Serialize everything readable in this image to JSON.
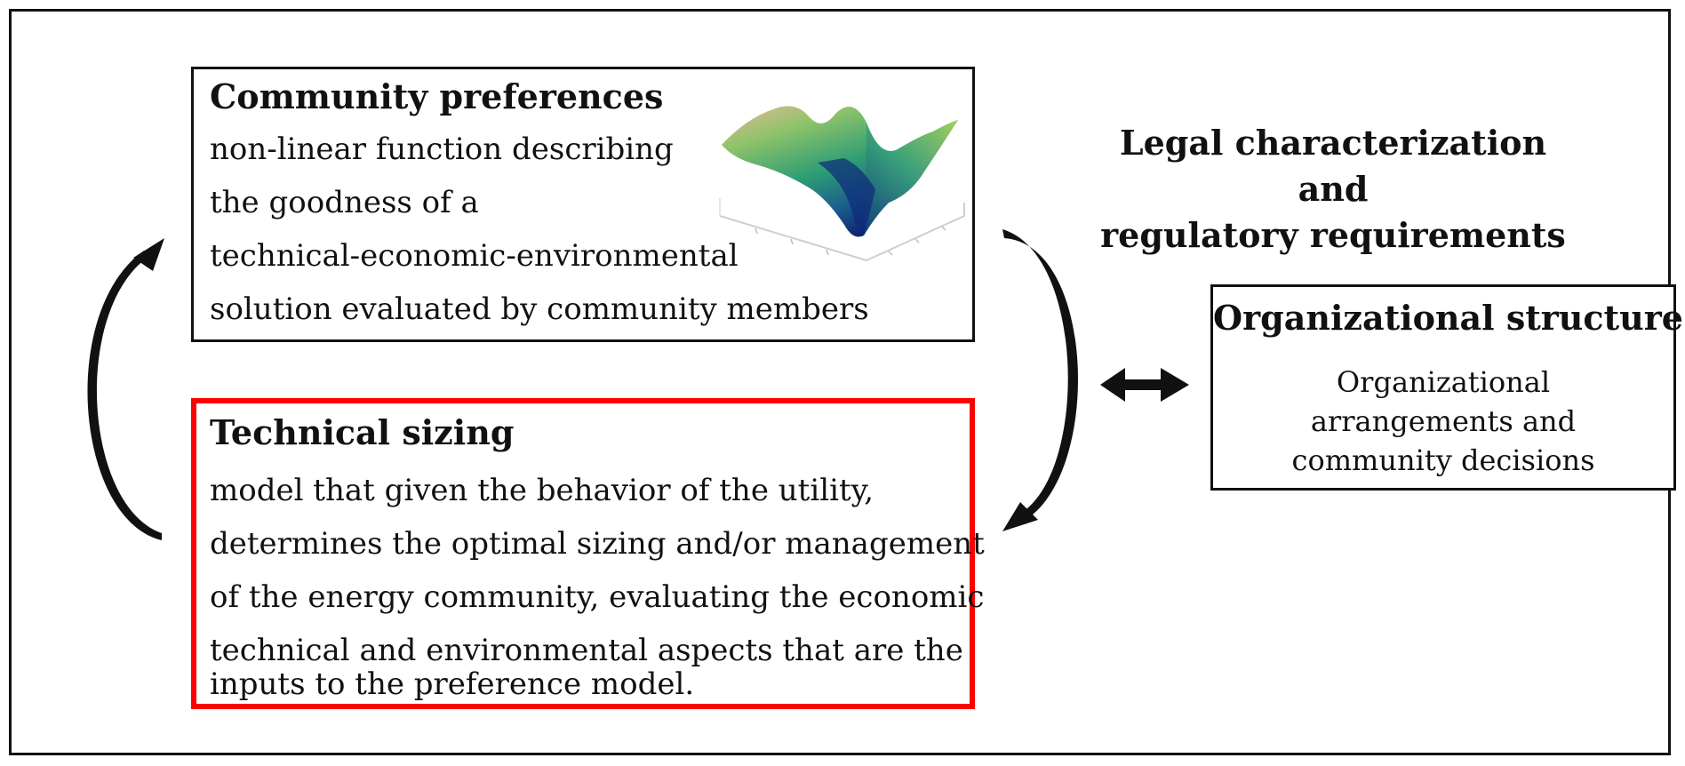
{
  "community_preferences": {
    "title": "Community preferences",
    "lines": [
      "non-linear function describing",
      "the goodness of a",
      "technical-economic-environmental",
      "solution evaluated by community members"
    ]
  },
  "technical_sizing": {
    "title": "Technical sizing",
    "lines": [
      "model that given the behavior of the utility,",
      "determines the optimal sizing and/or management",
      "of the energy community, evaluating the economic",
      "technical and environmental aspects that are the",
      "inputs to the preference model."
    ],
    "border_color": "#ff0000"
  },
  "legal": {
    "line1": "Legal characterization and",
    "line2": "regulatory requirements"
  },
  "organizational_structure": {
    "title": "Organizational structure",
    "lines": [
      "Organizational",
      "arrangements and",
      "community decisions"
    ]
  }
}
